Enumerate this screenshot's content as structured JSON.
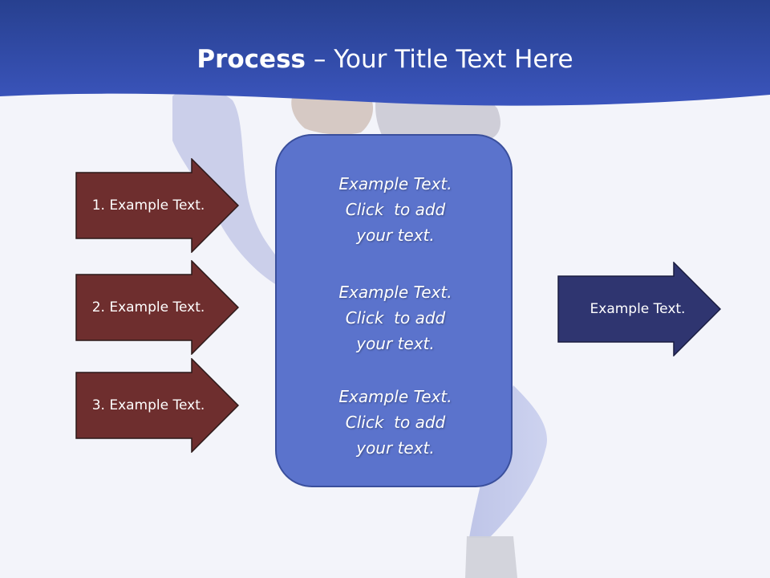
{
  "title": {
    "bold": "Process",
    "rest": " – Your Title Text Here"
  },
  "colors": {
    "header": "#2f47a8",
    "left_arrow": "#6e2e2e",
    "right_arrow": "#2f3570",
    "center_box": "#5b73cc",
    "background": "#f3f4fa"
  },
  "left_arrows": [
    {
      "label": "1. Example Text."
    },
    {
      "label": "2. Example Text."
    },
    {
      "label": "3. Example Text."
    }
  ],
  "center_blocks": [
    {
      "line1": "Example Text.",
      "line2": "Click  to add",
      "line3": "your text."
    },
    {
      "line1": "Example Text.",
      "line2": "Click  to add",
      "line3": "your text."
    },
    {
      "line1": "Example Text.",
      "line2": "Click  to add",
      "line3": "your text."
    }
  ],
  "right_arrow": {
    "label": "Example Text."
  }
}
